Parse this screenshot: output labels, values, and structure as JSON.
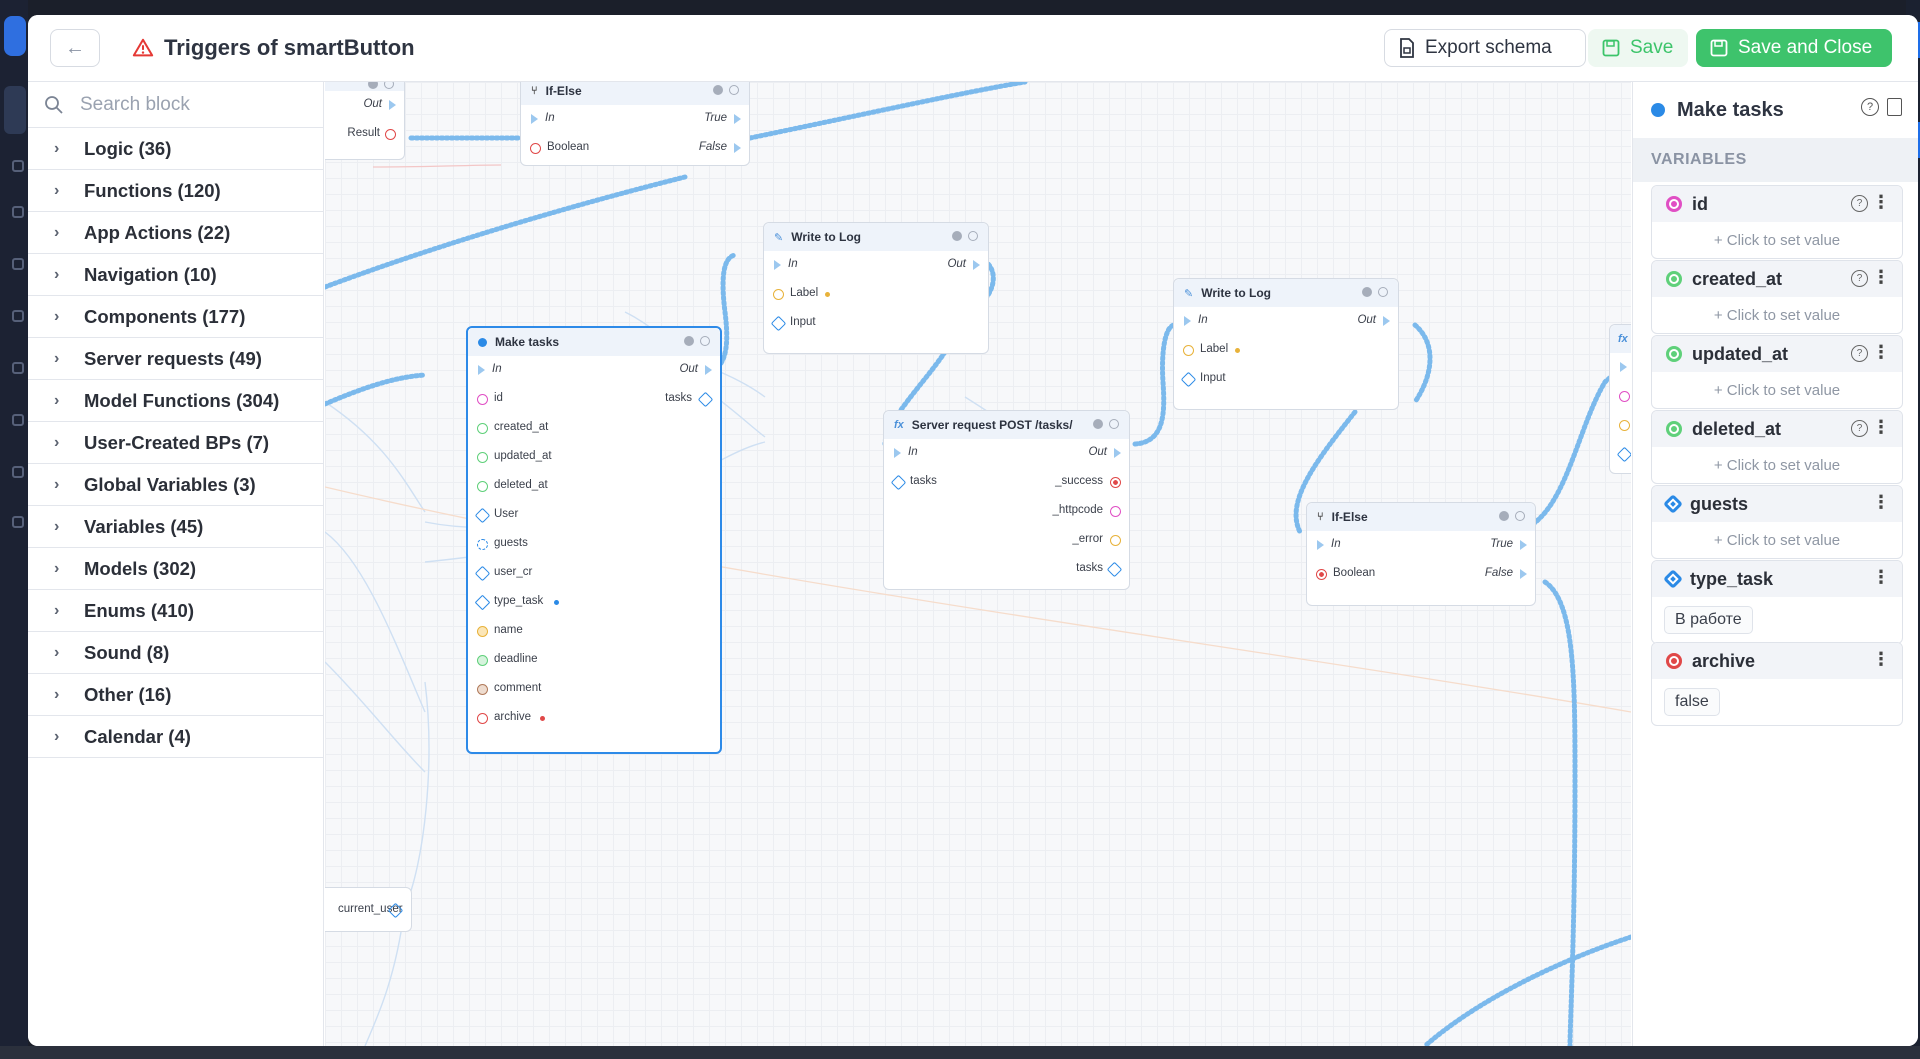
{
  "header": {
    "title": "Triggers of smartButton",
    "export_label": "Export schema",
    "save_label": "Save",
    "save_close_label": "Save and Close"
  },
  "sidebar": {
    "search_placeholder": "Search block",
    "categories": [
      {
        "label": "Logic (36)"
      },
      {
        "label": "Functions (120)"
      },
      {
        "label": "App Actions (22)"
      },
      {
        "label": "Navigation (10)"
      },
      {
        "label": "Components (177)"
      },
      {
        "label": "Server requests (49)"
      },
      {
        "label": "Model Functions (304)"
      },
      {
        "label": "User-Created BPs (7)"
      },
      {
        "label": "Global Variables (3)"
      },
      {
        "label": "Variables (45)"
      },
      {
        "label": "Models (302)"
      },
      {
        "label": "Enums (410)"
      },
      {
        "label": "Sound (8)"
      },
      {
        "label": "Other (16)"
      },
      {
        "label": "Calendar (4)"
      }
    ]
  },
  "canvas": {
    "node_top_left": {
      "out": "Out",
      "result": "Result"
    },
    "node_ifelse_top": {
      "title": "If-Else",
      "in": "In",
      "true": "True",
      "boolean": "Boolean",
      "false": "False"
    },
    "node_log1": {
      "title": "Write to Log",
      "in": "In",
      "out": "Out",
      "label": "Label",
      "input": "Input"
    },
    "node_log2": {
      "title": "Write to Log",
      "in": "In",
      "out": "Out",
      "label": "Label",
      "input": "Input"
    },
    "node_make": {
      "title": "Make tasks",
      "in": "In",
      "out": "Out",
      "tasks": "tasks",
      "fields": [
        "id",
        "created_at",
        "updated_at",
        "deleted_at",
        "User",
        "guests",
        "user_cr",
        "type_task",
        "name",
        "deadline",
        "comment",
        "archive"
      ]
    },
    "node_server": {
      "title": "Server request POST /tasks/",
      "in": "In",
      "out": "Out",
      "tasks_in": "tasks",
      "success": "_success",
      "httpcode": "_httpcode",
      "error": "_error",
      "tasks_out": "tasks"
    },
    "node_ifelse2": {
      "title": "If-Else",
      "in": "In",
      "true": "True",
      "boolean": "Boolean",
      "false": "False"
    },
    "node_current_user": {
      "label": "current_user"
    }
  },
  "panel": {
    "title": "Make tasks",
    "section": "VARIABLES",
    "set_value": "+ Click to set value",
    "vars": [
      {
        "name": "id",
        "color": "#e04fc4"
      },
      {
        "name": "created_at",
        "color": "#5fd07a"
      },
      {
        "name": "updated_at",
        "color": "#5fd07a"
      },
      {
        "name": "deleted_at",
        "color": "#5fd07a"
      },
      {
        "name": "guests",
        "color": "#2b8ae6"
      },
      {
        "name": "type_task",
        "color": "#2b8ae6",
        "value": "В работе"
      },
      {
        "name": "archive",
        "color": "#e04848",
        "value": "false"
      }
    ]
  }
}
